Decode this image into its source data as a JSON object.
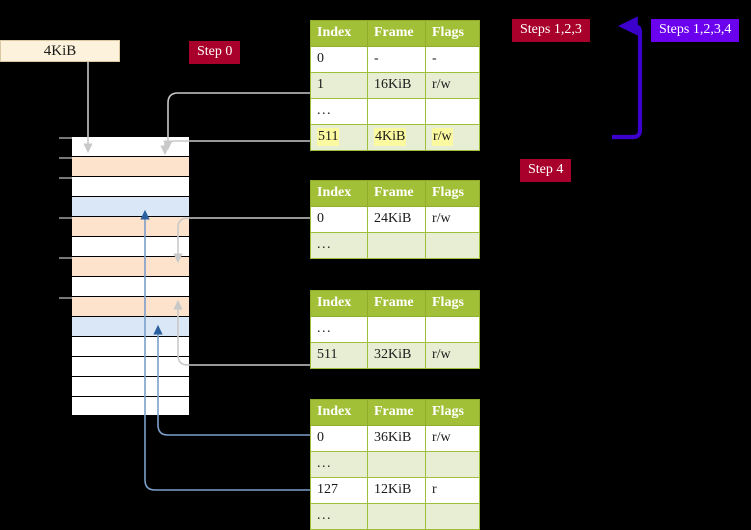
{
  "labels": {
    "size_box": "4KiB",
    "step0": "Step 0",
    "steps123": "Steps 1,2,3",
    "steps1234": "Steps 1,2,3,4",
    "step4": "Step 4"
  },
  "colors": {
    "badge_crimson": "#a8002a",
    "badge_violet": "#6b00ee",
    "table_header": "#a2c037",
    "table_alt_row": "#e8eed4",
    "highlight": "#fbfaa0",
    "mem_white": "#ffffff",
    "mem_orange": "#fde3cc",
    "mem_blue": "#d9e7f7",
    "wire_gray": "#c9c9c9",
    "wire_blue": "#7a9fc9",
    "arrow_blue_dark": "#2b5f9e",
    "background": "#000000"
  },
  "table_columns": [
    "Index",
    "Frame",
    "Flags"
  ],
  "tables": [
    {
      "id": "pml4",
      "rows": [
        {
          "style": "plain",
          "cells": [
            "0",
            "-",
            "-"
          ],
          "highlight": false
        },
        {
          "style": "alt",
          "cells": [
            "1",
            "16KiB",
            "r/w"
          ],
          "highlight": false
        },
        {
          "style": "plain",
          "cells": [
            "...",
            "",
            ""
          ],
          "highlight": false
        },
        {
          "style": "alt",
          "cells": [
            "511",
            "4KiB",
            "r/w"
          ],
          "highlight": true
        }
      ]
    },
    {
      "id": "pdpt",
      "rows": [
        {
          "style": "plain",
          "cells": [
            "0",
            "24KiB",
            "r/w"
          ],
          "highlight": false
        },
        {
          "style": "alt",
          "cells": [
            "...",
            "",
            ""
          ],
          "highlight": false
        }
      ]
    },
    {
      "id": "pd",
      "rows": [
        {
          "style": "plain",
          "cells": [
            "...",
            "",
            ""
          ],
          "highlight": false
        },
        {
          "style": "alt",
          "cells": [
            "511",
            "32KiB",
            "r/w"
          ],
          "highlight": false
        }
      ]
    },
    {
      "id": "pt",
      "rows": [
        {
          "style": "plain",
          "cells": [
            "0",
            "36KiB",
            "r/w"
          ],
          "highlight": false
        },
        {
          "style": "alt",
          "cells": [
            "...",
            "",
            ""
          ],
          "highlight": false
        },
        {
          "style": "plain",
          "cells": [
            "127",
            "12KiB",
            "r"
          ],
          "highlight": false
        },
        {
          "style": "alt",
          "cells": [
            "...",
            "",
            ""
          ],
          "highlight": false
        }
      ]
    }
  ],
  "memory_column": {
    "rows": [
      {
        "fill": "white",
        "tick": true
      },
      {
        "fill": "orange",
        "tick": true
      },
      {
        "fill": "white",
        "tick": true
      },
      {
        "fill": "blue",
        "tick": false
      },
      {
        "fill": "orange",
        "tick": true
      },
      {
        "fill": "white",
        "tick": false
      },
      {
        "fill": "orange",
        "tick": true
      },
      {
        "fill": "white",
        "tick": false
      },
      {
        "fill": "orange",
        "tick": true
      },
      {
        "fill": "blue",
        "tick": false
      },
      {
        "fill": "white",
        "tick": false
      },
      {
        "fill": "white",
        "tick": false
      },
      {
        "fill": "white",
        "tick": false
      },
      {
        "fill": "white",
        "tick": false
      }
    ]
  }
}
